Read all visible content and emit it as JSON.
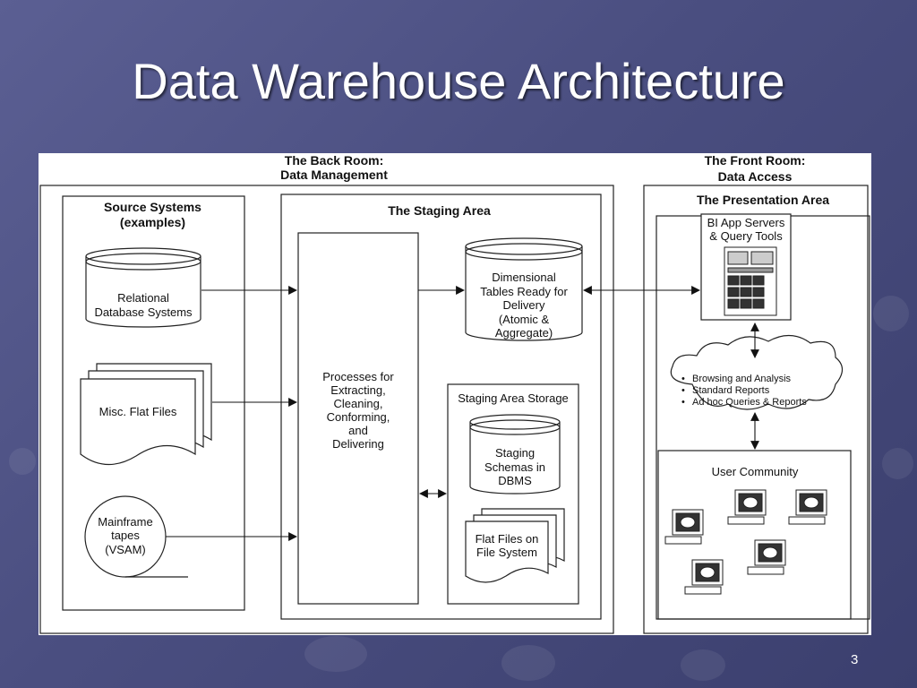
{
  "slide": {
    "title": "Data Warehouse Architecture",
    "page_number": "3"
  },
  "diagram": {
    "back_room": {
      "heading_line1": "The Back Room:",
      "heading_line2": "Data Management"
    },
    "front_room": {
      "heading_line1": "The Front Room:",
      "heading_line2": "Data Access"
    },
    "source_systems": {
      "title_line1": "Source Systems",
      "title_line2": "(examples)",
      "relational_line1": "Relational",
      "relational_line2": "Database Systems",
      "flat_files": "Misc. Flat Files",
      "mainframe_line1": "Mainframe",
      "mainframe_line2": "tapes",
      "mainframe_line3": "(VSAM)"
    },
    "staging_area": {
      "title": "The Staging Area",
      "processes_line1": "Processes for",
      "processes_line2": "Extracting,",
      "processes_line3": "Cleaning,",
      "processes_line4": "Conforming,",
      "processes_line5": "and",
      "processes_line6": "Delivering",
      "dimensional_line1": "Dimensional",
      "dimensional_line2": "Tables Ready for",
      "dimensional_line3": "Delivery",
      "dimensional_line4": "(Atomic &",
      "dimensional_line5": "Aggregate)",
      "storage_title": "Staging Area Storage",
      "schemas_line1": "Staging",
      "schemas_line2": "Schemas in",
      "schemas_line3": "DBMS",
      "flat_line1": "Flat Files on",
      "flat_line2": "File System"
    },
    "presentation_area": {
      "title": "The Presentation Area",
      "servers_line1": "BI App Servers",
      "servers_line2": "& Query Tools",
      "cloud_items": [
        "Browsing and Analysis",
        "Standard Reports",
        "Ad hoc Queries & Reports"
      ],
      "user_community": "User Community"
    }
  }
}
